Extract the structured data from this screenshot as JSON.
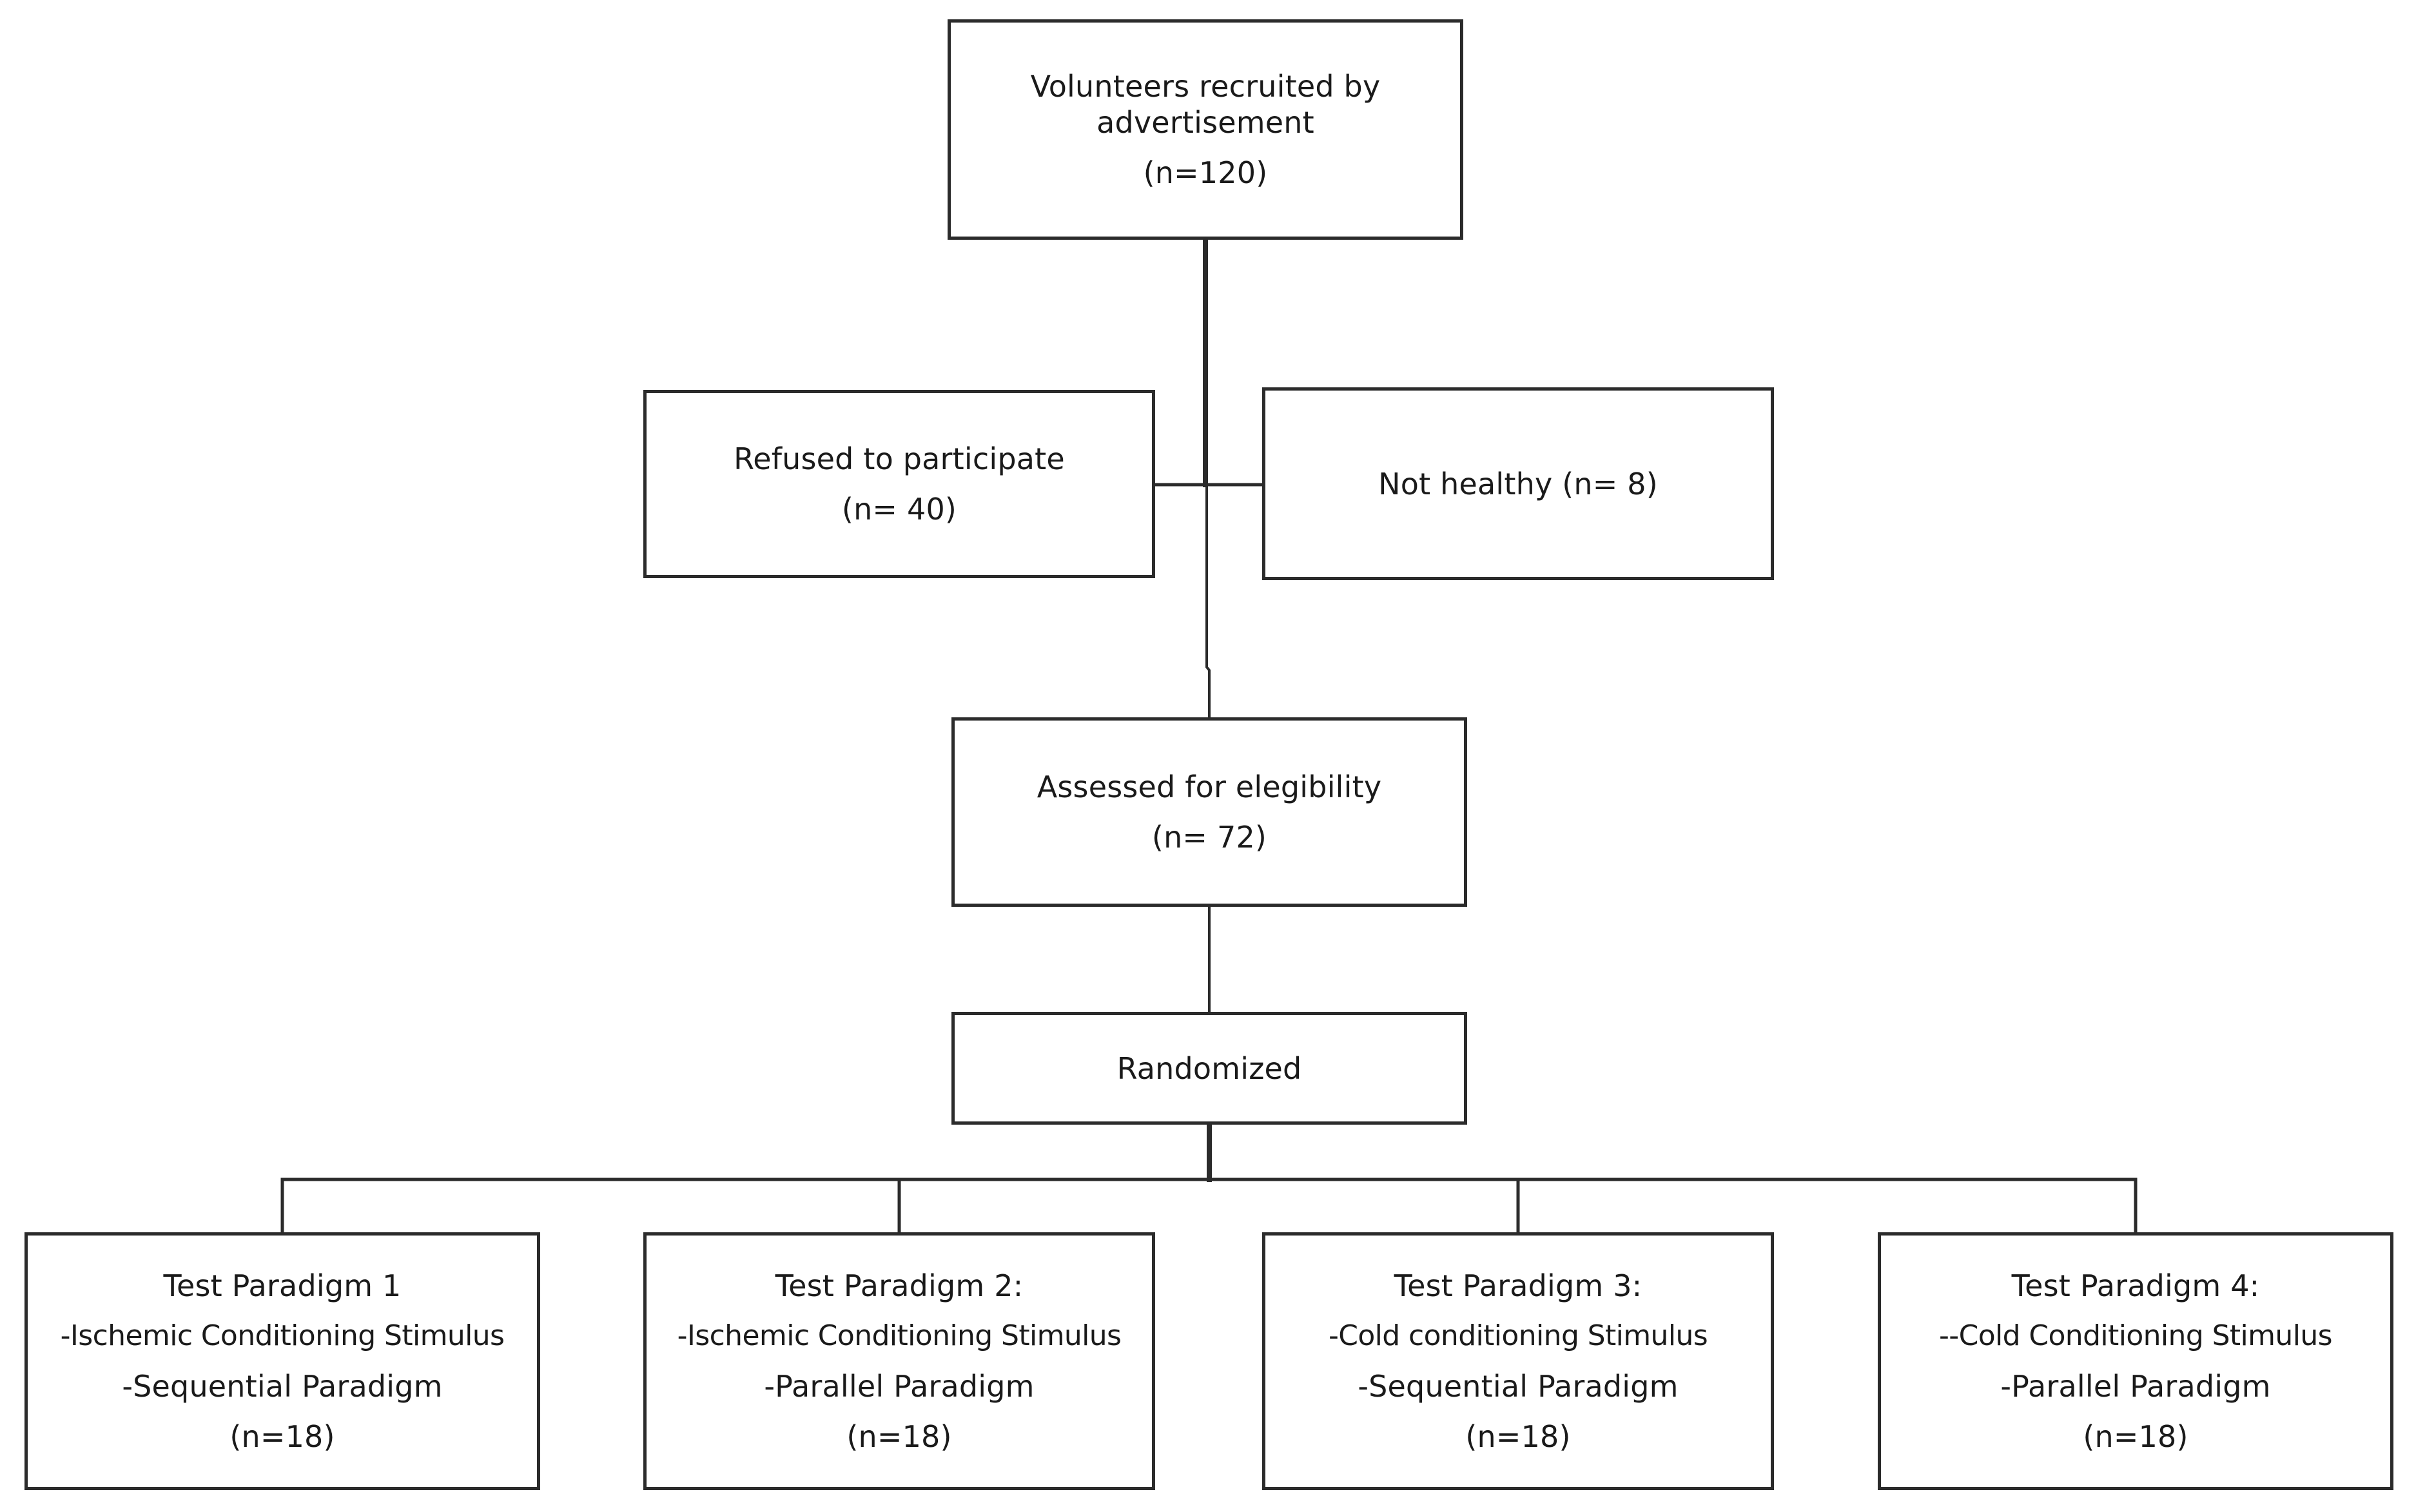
{
  "flowchart": {
    "volunteers": {
      "line1": "Volunteers recruited by",
      "line2": "advertisement",
      "count": "(n=120)"
    },
    "refused": {
      "label": "Refused to participate",
      "count": "(n= 40)"
    },
    "not_healthy": {
      "label": "Not healthy  (n= 8)"
    },
    "assessed": {
      "label": "Assessed for elegibility",
      "count": "(n= 72)"
    },
    "randomized": {
      "label": "Randomized"
    },
    "paradigms": [
      {
        "title": "Test Paradigm 1",
        "stimulus": "-Ischemic Conditioning Stimulus",
        "paradigm": "-Sequential Paradigm",
        "count": "(n=18)"
      },
      {
        "title": "Test Paradigm 2:",
        "stimulus": "-Ischemic Conditioning Stimulus",
        "paradigm": "-Parallel Paradigm",
        "count": "(n=18)"
      },
      {
        "title": "Test Paradigm 3:",
        "stimulus": "-Cold conditioning Stimulus",
        "paradigm": "-Sequential Paradigm",
        "count": "(n=18)"
      },
      {
        "title": "Test Paradigm 4:",
        "stimulus": "--Cold Conditioning Stimulus",
        "paradigm": "-Parallel Paradigm",
        "count": "(n=18)"
      }
    ]
  }
}
